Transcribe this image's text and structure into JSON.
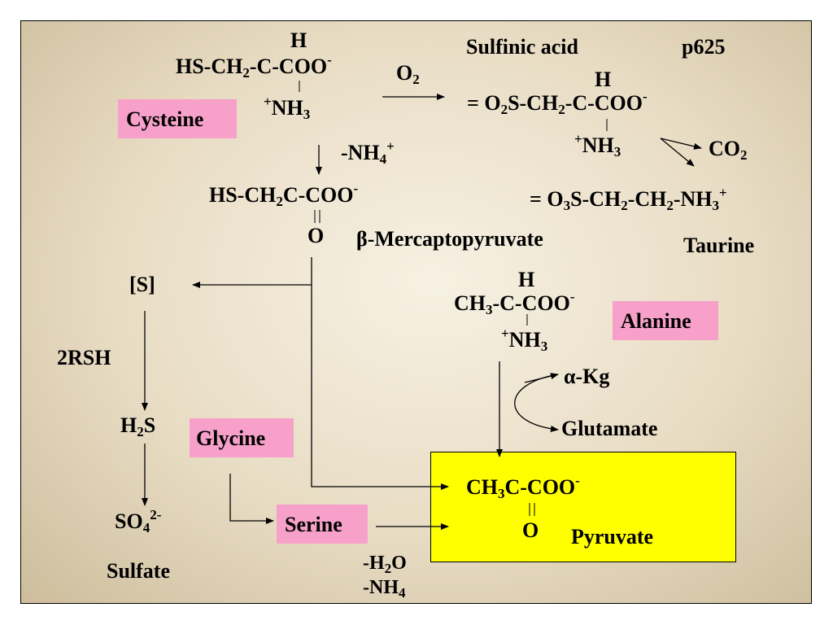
{
  "colors": {
    "label_box": "#f7a0c9",
    "product_box": "#ffff00",
    "text": "#000000"
  },
  "page_ref": "p625",
  "cysteine": {
    "h_top": "H",
    "chain_a": "HS-CH",
    "chain_sub": "2",
    "chain_b": "-C-COO",
    "chain_sup": "-",
    "nh_sup": "+",
    "nh": "NH",
    "nh_sub": "3",
    "label": "Cysteine"
  },
  "o2": {
    "text": "O",
    "sub": "2"
  },
  "sulfinic": {
    "title": "Sulfinic acid",
    "h_top": "H",
    "eq": "=",
    "chain_a": "O",
    "sub1": "2",
    "chain_b": "S-CH",
    "sub2": "2",
    "chain_c": "-C-COO",
    "sup": "-",
    "nh_sup": "+",
    "nh": "NH",
    "nh_sub": "3"
  },
  "co2": {
    "text": "CO",
    "sub": "2"
  },
  "taurine": {
    "eq": "=",
    "p1": "O",
    "s1": "3",
    "p2": "S-CH",
    "s2": "2",
    "p3": "-CH",
    "s3": "2",
    "p4": "-NH",
    "s4": "3",
    "sup": "+",
    "label": "Taurine"
  },
  "nh4_loss": {
    "text": "-NH",
    "sub": "4",
    "sup": "+"
  },
  "mercapto": {
    "chain_a": "HS-CH",
    "sub": "2",
    "chain_b": "C-COO",
    "sup": "-",
    "o": "O",
    "label": "β-Mercaptopyruvate"
  },
  "sulfur_path": {
    "s": "[S]",
    "rsh": "2RSH",
    "h2s_a": "H",
    "h2s_sub": "2",
    "h2s_b": "S",
    "so4_a": "SO",
    "so4_sub": "4",
    "so4_sup": "2-",
    "sulfate": "Sulfate"
  },
  "alanine": {
    "h_top": "H",
    "chain_a": "CH",
    "sub": "3",
    "chain_b": "-C-COO",
    "sup": "-",
    "nh_sup": "+",
    "nh": "NH",
    "nh_sub": "3",
    "label": "Alanine"
  },
  "transamination": {
    "akg": "α-Kg",
    "glutamate": "Glutamate"
  },
  "glycine": {
    "label": "Glycine"
  },
  "serine": {
    "label": "Serine"
  },
  "serine_loss": {
    "h2o_a": "-H",
    "h2o_sub": "2",
    "h2o_b": "O",
    "nh4_a": "-NH",
    "nh4_sub": "4"
  },
  "pyruvate": {
    "chain_a": "CH",
    "sub": "3",
    "chain_b": "C-COO",
    "sup": "-",
    "o": "O",
    "label": "Pyruvate"
  }
}
